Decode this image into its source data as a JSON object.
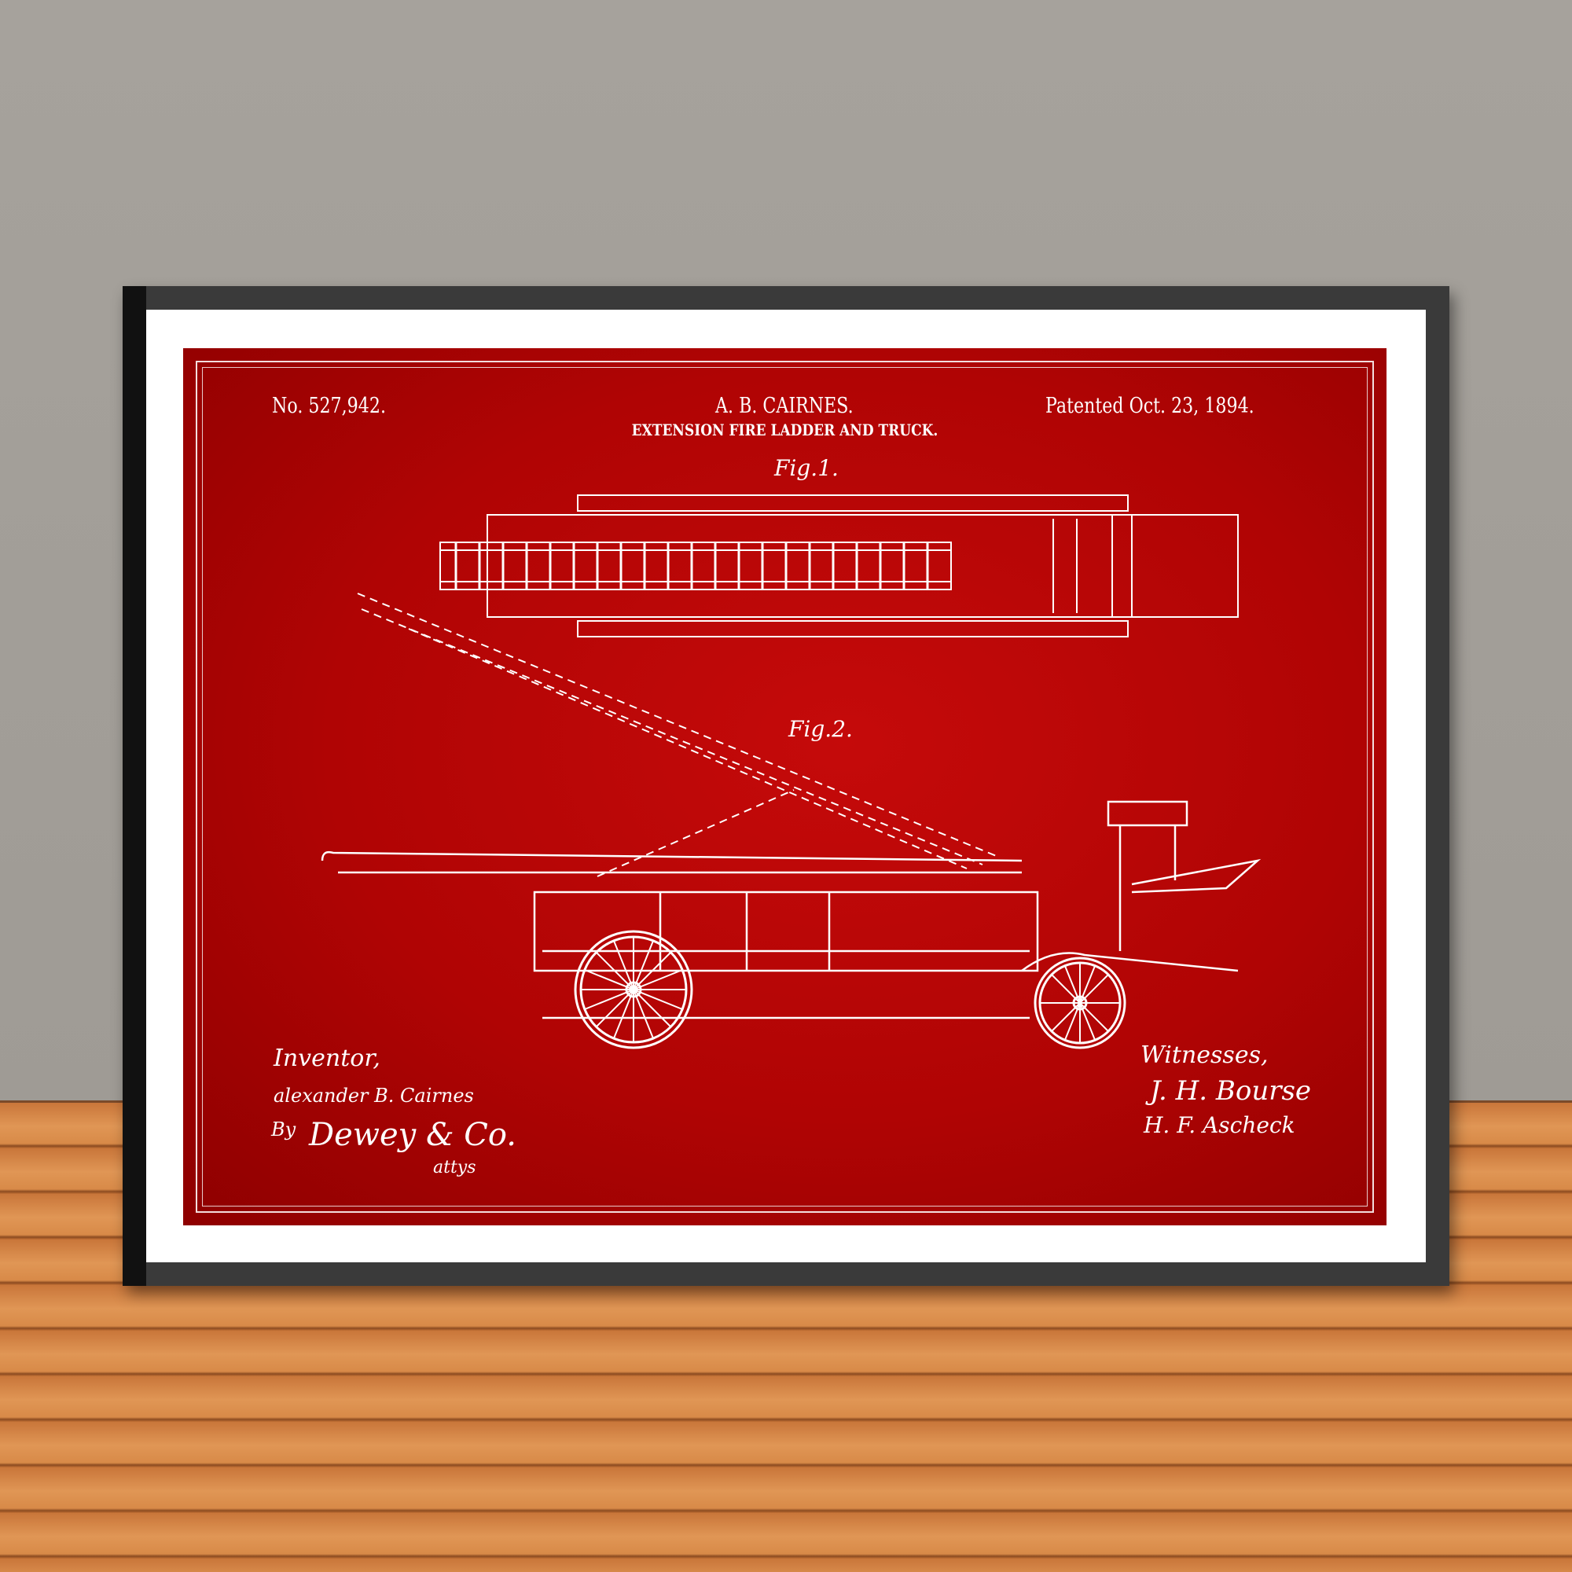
{
  "patent": {
    "number": "No. 527,942.",
    "inventor_name": "A. B. CAIRNES.",
    "title": "EXTENSION FIRE LADDER AND TRUCK.",
    "date": "Patented Oct. 23, 1894.",
    "fig1_label": "Fig.1.",
    "fig2_label": "Fig.2.",
    "inventor_label": "Inventor,",
    "inventor_signature": "alexander B. Cairnes",
    "attorney_by": "By",
    "attorney_signature": "Dewey & Co.",
    "attorney_suffix": "attys",
    "witnesses_label": "Witnesses,",
    "witness_1": "J. H. Bourse",
    "witness_2": "H. F. Ascheck"
  },
  "colors": {
    "print": "#b00404",
    "ink": "#ffffff",
    "frame": "#3a3a3a",
    "wall": "#a39f99",
    "floor": "#d88a48"
  }
}
